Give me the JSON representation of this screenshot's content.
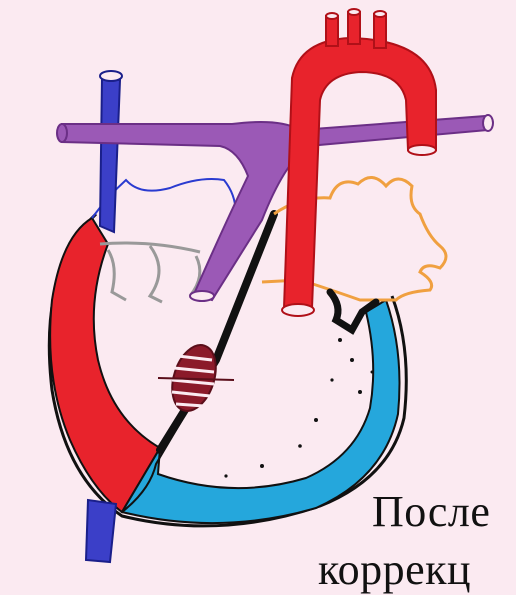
{
  "caption": {
    "line1": "После",
    "line2": "коррекц"
  },
  "colors": {
    "background": "#fbeaf1",
    "aorta_red": "#e8232c",
    "pulmonary_purple": "#9b59b6",
    "vena_cava_blue": "#3b3fc8",
    "right_ventricle_cyan": "#25a7dc",
    "baffle_maroon": "#8b1a2a",
    "left_atrium_orange": "#f0a040",
    "outline_black": "#111111",
    "right_atrium_outline": "#2a3bd0",
    "valve_gray": "#999999"
  },
  "icons": [
    "heart-diagram"
  ]
}
